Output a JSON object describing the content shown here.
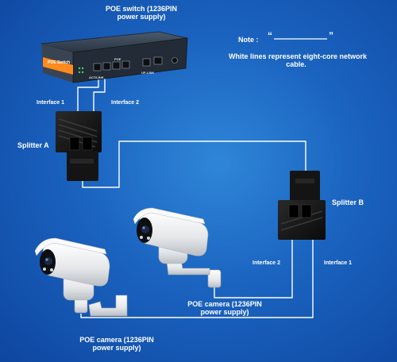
{
  "labels": {
    "switch_title_line1": "POE switch (1236PIN",
    "switch_title_line2": "power supply)",
    "switch_badge": "POE Switch",
    "switch_port_label": "POE",
    "switch_status_1": "ACT/LINK",
    "switch_status_2": "UP-LINK",
    "note": "Note :",
    "note_quote_open": "“",
    "note_quote_close": "”",
    "note_line1": "White lines represent eight-core network",
    "note_line2": "cable.",
    "splitter_a_interface_1": "Interface 1",
    "splitter_a_interface_2": "Interface 2",
    "splitter_a": "Splitter A",
    "splitter_b": "Splitter B",
    "splitter_b_interface_2": "Interface 2",
    "splitter_b_interface_1": "Interface 1",
    "camera_right_line1": "POE camera (1236PIN",
    "camera_right_line2": "power supply)",
    "camera_left_line1": "POE camera (1236PIN",
    "camera_left_line2": "power supply)"
  },
  "colors": {
    "background_center": "#2f86d8",
    "background_edge": "#0e46a0",
    "cable": "#ffffff",
    "switch_body": "#1d2a3a",
    "switch_accent": "#ff8a1e",
    "splitter_body": "#151515",
    "camera_body": "#f2f2f2"
  }
}
